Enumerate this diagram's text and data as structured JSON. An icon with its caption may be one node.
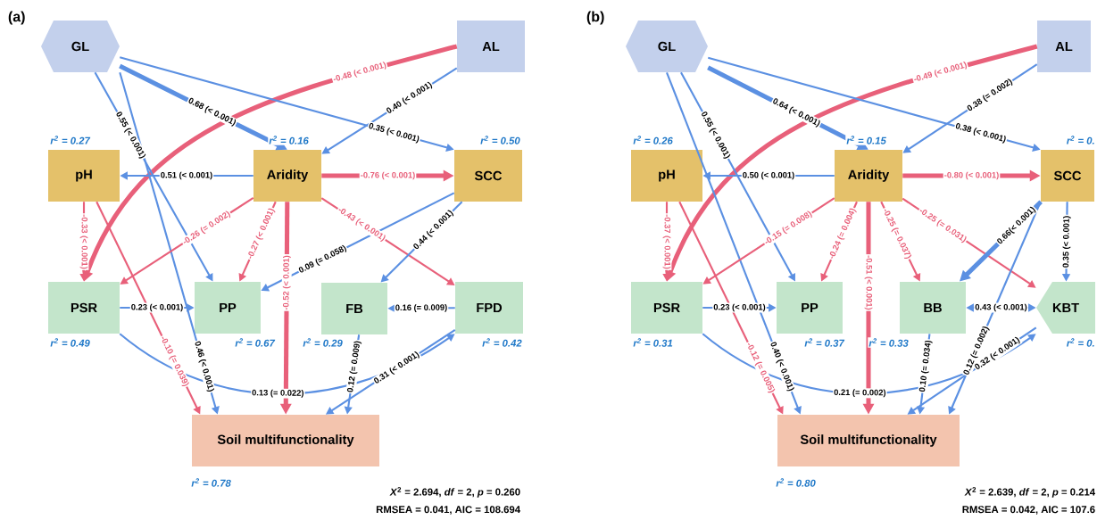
{
  "diagram": {
    "nodes": [
      {
        "text": [
          "GL"
        ]
      },
      {
        "text": [
          "AL"
        ]
      },
      {
        "text": [
          "pH"
        ],
        "beside": [
          "r$^{2}$ = 0.27"
        ]
      },
      {
        "text": [
          "Aridity"
        ],
        "beside": [
          "r$^{2}$ = 0.16"
        ]
      },
      {
        "text": [
          "SCC"
        ],
        "beside": [
          "r$^{2}$ = 0.50"
        ]
      },
      {
        "text": [
          "PSR"
        ],
        "beside": [
          "r$^{2}$ = 0.49"
        ]
      },
      {
        "text": [
          "PP"
        ],
        "beside": [
          "r$^{2}$ = 0.67"
        ]
      },
      {
        "text": [
          "FB"
        ],
        "beside": [
          "r$^{2}$ = 0.29"
        ]
      },
      {
        "text": [
          "FPD"
        ],
        "beside": [
          "r$^{2}$ = 0.42"
        ]
      },
      {
        "text": [
          "Soil multifunctionality"
        ],
        "beside": [
          "r$^{2}$ = 0.78"
        ]
      },
      {
        "text": [
          "GL"
        ]
      },
      {
        "text": [
          "AL"
        ]
      },
      {
        "text": [
          "pH"
        ],
        "beside": [
          "r$^{2}$ = 0.26"
        ]
      },
      {
        "text": [
          "Aridity"
        ],
        "beside": [
          "r$^{2}$ = 0.15"
        ]
      },
      {
        "text": [
          "SCC"
        ],
        "beside": [
          "r$^{2}$ = 0."
        ]
      },
      {
        "text": [
          "PSR"
        ],
        "beside": [
          "r$^{2}$ = 0.31"
        ]
      },
      {
        "text": [
          "PP"
        ],
        "beside": [
          "r$^{2}$ = 0.37"
        ]
      },
      {
        "text": [
          "BB"
        ],
        "beside": [
          "r$^{2}$ = 0.33"
        ]
      },
      {
        "text": [
          "KBT"
        ],
        "beside": [
          "r$^{2}$ = 0."
        ]
      },
      {
        "text": [
          "Soil multifunctionality"
        ],
        "beside": [
          "r$^{2}$ = 0.80"
        ]
      }
    ],
    "edges": [
      {
        "from": 1,
        "to": 5,
        "arrow": "to",
        "label": "-0.48 (< 0.001)",
        "style": "thick",
        "color": "#e8607a"
      },
      {
        "from": 1,
        "to": 3,
        "arrow": "to",
        "label": "0.40 (< 0.001)"
      },
      {
        "from": 0,
        "to": 3,
        "arrow": "to",
        "label": "0.68 (< 0.001)",
        "style": "thick"
      },
      {
        "from": 0,
        "to": 4,
        "arrow": "to",
        "label": "0.35 (< 0.001)"
      },
      {
        "from": 0,
        "to": 6,
        "arrow": "to",
        "label": "0.55 (< 0.001)"
      },
      {
        "from": 0,
        "to": 9,
        "arrow": "to",
        "label": "0.46 (< 0.001)"
      },
      {
        "from": 3,
        "to": 2,
        "arrow": "to",
        "label": "0.51 (< 0.001)"
      },
      {
        "from": 3,
        "to": 4,
        "arrow": "to",
        "label": "-0.76 (< 0.001)",
        "style": "thick",
        "color": "#e8607a"
      },
      {
        "from": 2,
        "to": 5,
        "arrow": "to",
        "label": "-0.33 (< 0.001)",
        "color": "#e8607a"
      },
      {
        "from": 2,
        "to": 9,
        "arrow": "to",
        "label": "-0.10 (= 0.039)",
        "color": "#e8607a"
      },
      {
        "from": 3,
        "to": 5,
        "arrow": "to",
        "label": "-0.26 (= 0.002)",
        "color": "#e8607a"
      },
      {
        "from": 3,
        "to": 6,
        "arrow": "to",
        "label": "-0.27 (< 0.001)",
        "color": "#e8607a"
      },
      {
        "from": 3,
        "to": 9,
        "arrow": "to",
        "label": "-0.52 (< 0.001)",
        "style": "thick",
        "color": "#e8607a"
      },
      {
        "from": 3,
        "to": 8,
        "arrow": "to",
        "label": "-0.43 (< 0.001)",
        "color": "#e8607a"
      },
      {
        "from": 4,
        "to": 6,
        "arrow": "to",
        "label": "0.09 (= 0.058)"
      },
      {
        "from": 4,
        "to": 7,
        "arrow": "to",
        "label": "0.44 (< 0.001)"
      },
      {
        "from": 5,
        "to": 6,
        "arrow": "to",
        "label": "0.23 (< 0.001)"
      },
      {
        "from": 8,
        "to": 7,
        "arrow": "to",
        "label": "0.16 (= 0.009)"
      },
      {
        "from": 5,
        "to": 8,
        "arrow": "to",
        "label": "0.13 (= 0.022)"
      },
      {
        "from": 7,
        "to": 9,
        "arrow": "to",
        "label": "0.12 (= 0.009)"
      },
      {
        "from": 8,
        "to": 9,
        "arrow": "to",
        "label": "0.31 (< 0.001)"
      },
      {
        "from": 11,
        "to": 15,
        "arrow": "to",
        "label": "-0.49 (< 0.001)",
        "style": "thick",
        "color": "#e8607a"
      },
      {
        "from": 11,
        "to": 13,
        "arrow": "to",
        "label": "0.38 (= 0.002)"
      },
      {
        "from": 10,
        "to": 13,
        "arrow": "to",
        "label": "0.64 (< 0.001)",
        "style": "thick"
      },
      {
        "from": 10,
        "to": 14,
        "arrow": "to",
        "label": "0.38 (< 0.001)"
      },
      {
        "from": 10,
        "to": 16,
        "arrow": "to",
        "label": "0.55 (< 0.001)"
      },
      {
        "from": 10,
        "to": 19,
        "arrow": "to",
        "label": "0.40 (< 0.001)"
      },
      {
        "from": 13,
        "to": 12,
        "arrow": "to",
        "label": "0.50 (< 0.001)"
      },
      {
        "from": 13,
        "to": 14,
        "arrow": "to",
        "label": "-0.80 (< 0.001)",
        "style": "thick",
        "color": "#e8607a"
      },
      {
        "from": 12,
        "to": 15,
        "arrow": "to",
        "label": "-0.37 (< 0.001)",
        "color": "#e8607a"
      },
      {
        "from": 12,
        "to": 19,
        "arrow": "to",
        "label": "-0.12 (= 0.005)",
        "color": "#e8607a"
      },
      {
        "from": 13,
        "to": 15,
        "arrow": "to",
        "label": "-0.15 (= 0.008)",
        "color": "#e8607a"
      },
      {
        "from": 13,
        "to": 16,
        "arrow": "to",
        "label": "-0.24 (= 0.004)",
        "color": "#e8607a"
      },
      {
        "from": 13,
        "to": 19,
        "arrow": "to",
        "label": "-0.51 (< 0.001)",
        "style": "thick",
        "color": "#e8607a"
      },
      {
        "from": 13,
        "to": 17,
        "arrow": "to",
        "label": "-0.25 (= 0.037)",
        "color": "#e8607a"
      },
      {
        "from": 13,
        "to": 18,
        "arrow": "to",
        "label": "-0.25 (= 0.031)",
        "color": "#e8607a"
      },
      {
        "from": 14,
        "to": 17,
        "arrow": "to",
        "label": "0.66(< 0.001)",
        "style": "thick"
      },
      {
        "from": 14,
        "to": 18,
        "arrow": "to",
        "label": "0.35 (< 0.001)"
      },
      {
        "from": 14,
        "to": 19,
        "arrow": "to",
        "label": "0.12 (= 0.002)"
      },
      {
        "from": 15,
        "to": 16,
        "arrow": "to",
        "label": "0.23 (< 0.001)"
      },
      {
        "from": 17,
        "to": 18,
        "arrow": "both",
        "label": "0.43 (< 0.001)"
      },
      {
        "from": 15,
        "to": 18,
        "arrow": "to",
        "label": "0.21 (= 0.002)"
      },
      {
        "from": 17,
        "to": 19,
        "arrow": "to",
        "label": "0.10 (= 0.034)"
      },
      {
        "from": 18,
        "to": 19,
        "arrow": "to",
        "label": "0.32 (< 0.001)"
      }
    ],
    "labels": [
      "(a)",
      "(b)",
      "*X*$^{2}$ = 2.694, *df* = 2, *p* = 0.260",
      "RMSEA = 0.041, AIC = 108.694",
      "*X*$^{2}$ = 2.639, *df* = 2, *p* = 0.214",
      "RMSEA = 0.042, AIC = 107.6"
    ]
  }
}
